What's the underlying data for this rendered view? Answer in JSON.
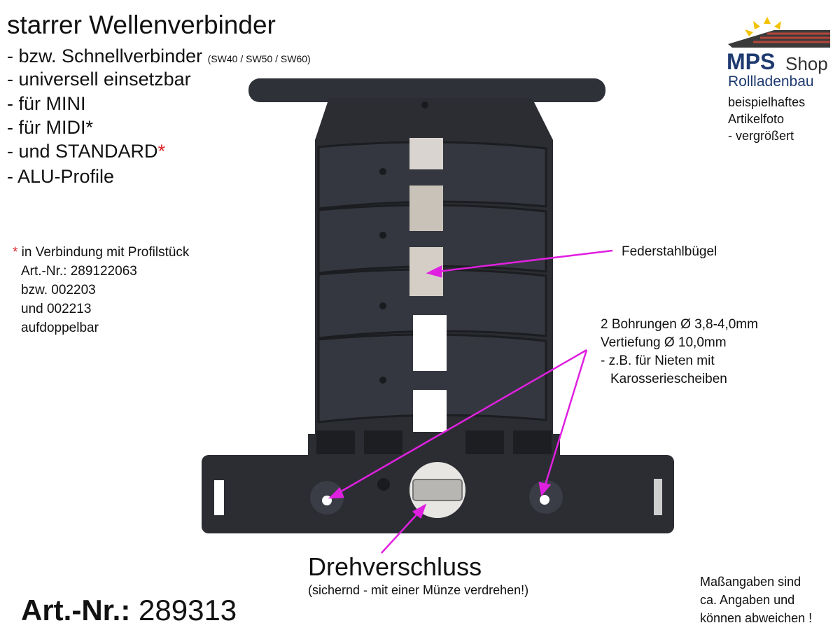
{
  "header": {
    "title": "starrer Wellenverbinder",
    "bullets": [
      "- bzw. Schnellverbinder",
      "- universell einsetzbar",
      "- für MINI",
      "- für MIDI*",
      "- und STANDARD",
      "- ALU-Profile"
    ],
    "bullet_small": "(SW40 / SW50 / SW60)",
    "asterisk": "*"
  },
  "note": {
    "asterisk": "*",
    "line1": " in Verbindung mit Profilstück",
    "line2": "Art.-Nr.: 289122063",
    "line3": "bzw. 002203",
    "line4": "und 002213",
    "line5": "aufdoppelbar"
  },
  "logo": {
    "brand": "MPS",
    "shop": "Shop",
    "subtitle": "Rollladenbau",
    "icon": "sun-roof-logo-icon",
    "colors": {
      "brand": "#1e3a70",
      "sun": "#f2c200",
      "roof": "#b5463a"
    }
  },
  "photo_note": {
    "line1": "beispielhaftes",
    "line2": "Artikelfoto",
    "line3": "- vergrößert"
  },
  "labels": {
    "spring": "Federstahlbügel",
    "holes_line1": "2 Bohrungen Ø 3,8-4,0mm",
    "holes_line2": "Vertiefung Ø 10,0mm",
    "holes_line3": "- z.B. für Nieten mit",
    "holes_line4": "Karosseriescheiben"
  },
  "rotary": {
    "title": "Drehverschluss",
    "subtitle": "(sichernd - mit einer Münze verdrehen!)"
  },
  "article": {
    "label": "Art.-Nr.:",
    "number": "289313"
  },
  "disclaimer": {
    "line1": "Maßangaben sind",
    "line2": "ca. Angaben und",
    "line3": "können abweichen !"
  },
  "colors": {
    "arrow": "#e020e0",
    "accent_red": "#e0232a",
    "part": "#2b2d33"
  }
}
